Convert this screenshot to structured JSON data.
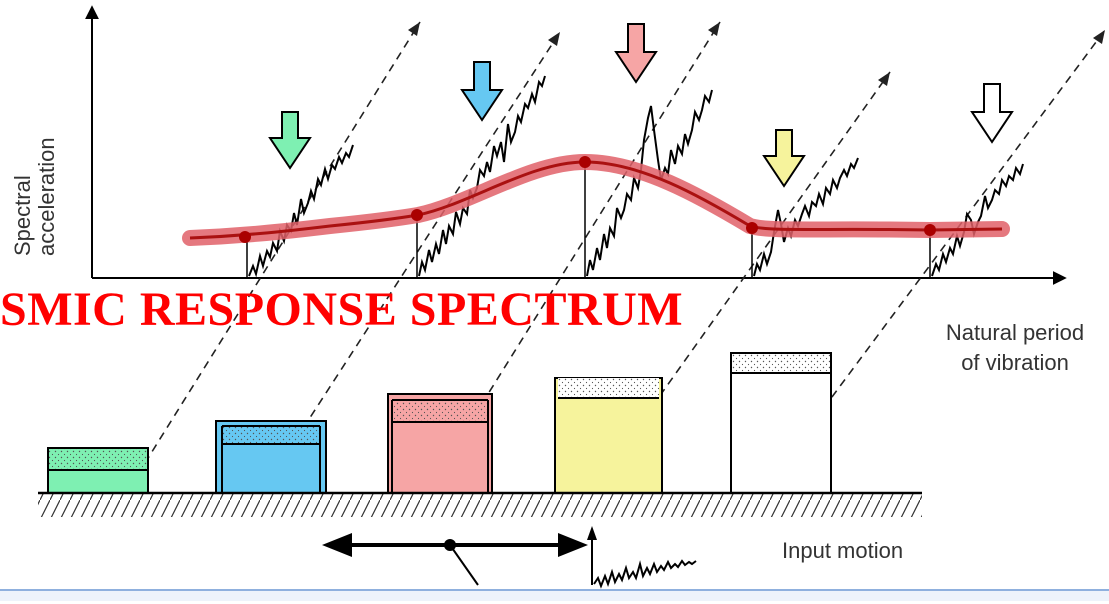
{
  "title": "SMIC RESPONSE SPECTRUM",
  "y_axis_label": [
    "Spectral",
    "acceleration"
  ],
  "x_axis_label": [
    "Natural period",
    "of vibration"
  ],
  "input_label": "Input motion",
  "colors": {
    "spectrum_curve": "#d9393f",
    "title": "#ff0000",
    "structures": [
      "#7ef0b2",
      "#66c8f2",
      "#f6a5a5",
      "#f6f39c",
      "#ffffff"
    ]
  },
  "structures": [
    {
      "name": "green",
      "color": "#7ef0b2"
    },
    {
      "name": "blue",
      "color": "#66c8f2"
    },
    {
      "name": "pink",
      "color": "#f6a5a5"
    },
    {
      "name": "yellow",
      "color": "#f6f39c"
    },
    {
      "name": "white",
      "color": "#ffffff"
    }
  ]
}
